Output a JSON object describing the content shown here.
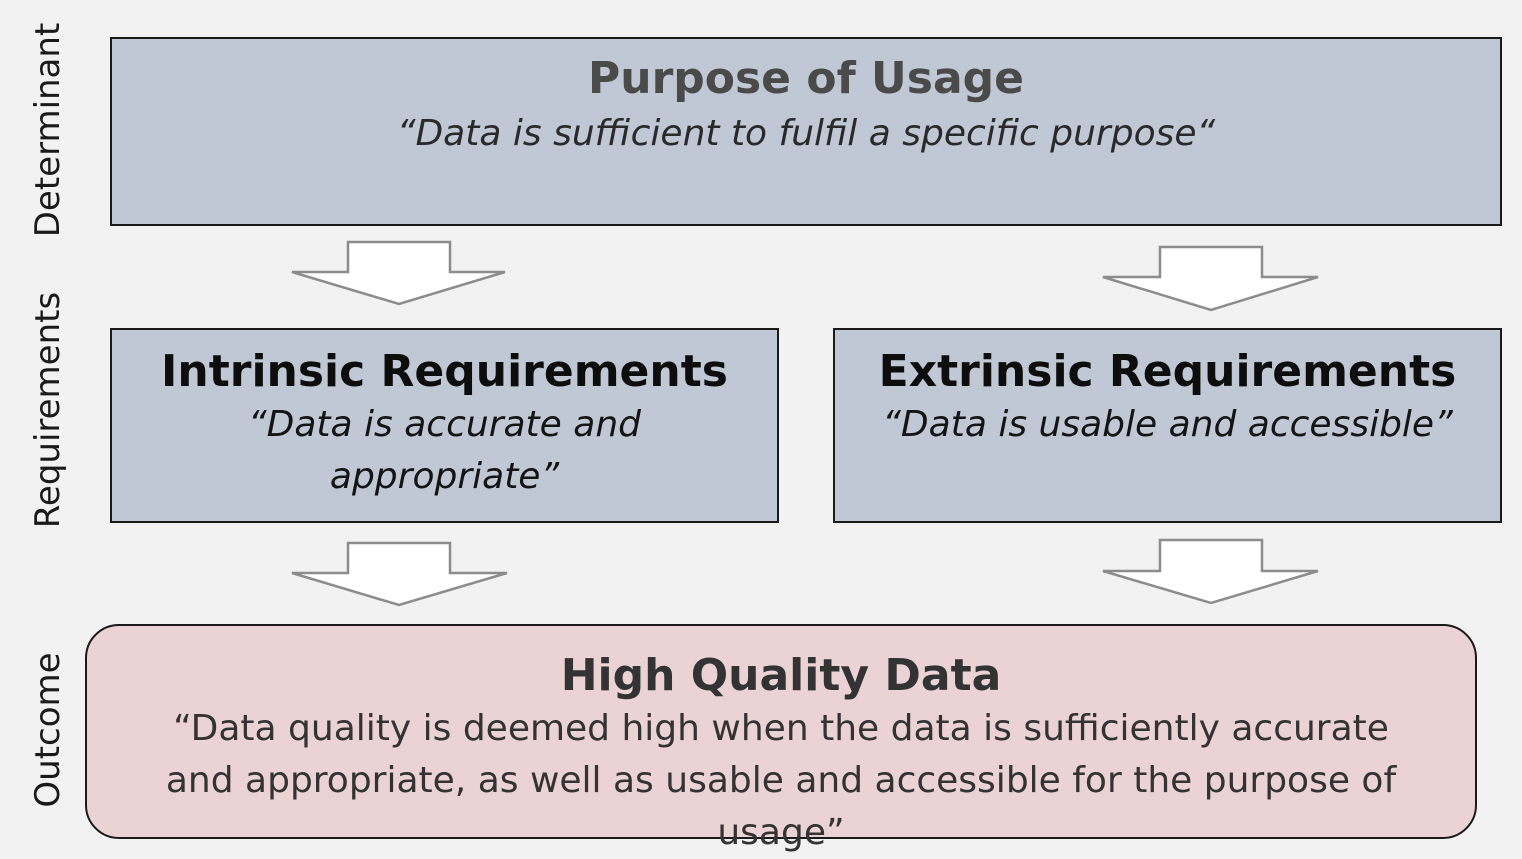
{
  "side_labels": {
    "determinant": "Determinant",
    "requirements": "Requirements",
    "outcome": "Outcome"
  },
  "purpose": {
    "title": "Purpose of Usage",
    "quote": "“Data is sufficient to fulfil a specific purpose“"
  },
  "intrinsic": {
    "title": "Intrinsic Requirements",
    "quote": "“Data is accurate and appropriate”"
  },
  "extrinsic": {
    "title": "Extrinsic Requirements",
    "quote": "“Data is usable and accessible”"
  },
  "outcome": {
    "title": "High Quality Data",
    "quote": "“Data quality is deemed high when the data is sufficiently accurate and appropriate, as well as usable and accessible for the purpose of usage”"
  },
  "colors": {
    "requirement_box": "#bfc8d4",
    "outcome_box": "#ebd3d5",
    "background": "#f2f2f2"
  }
}
